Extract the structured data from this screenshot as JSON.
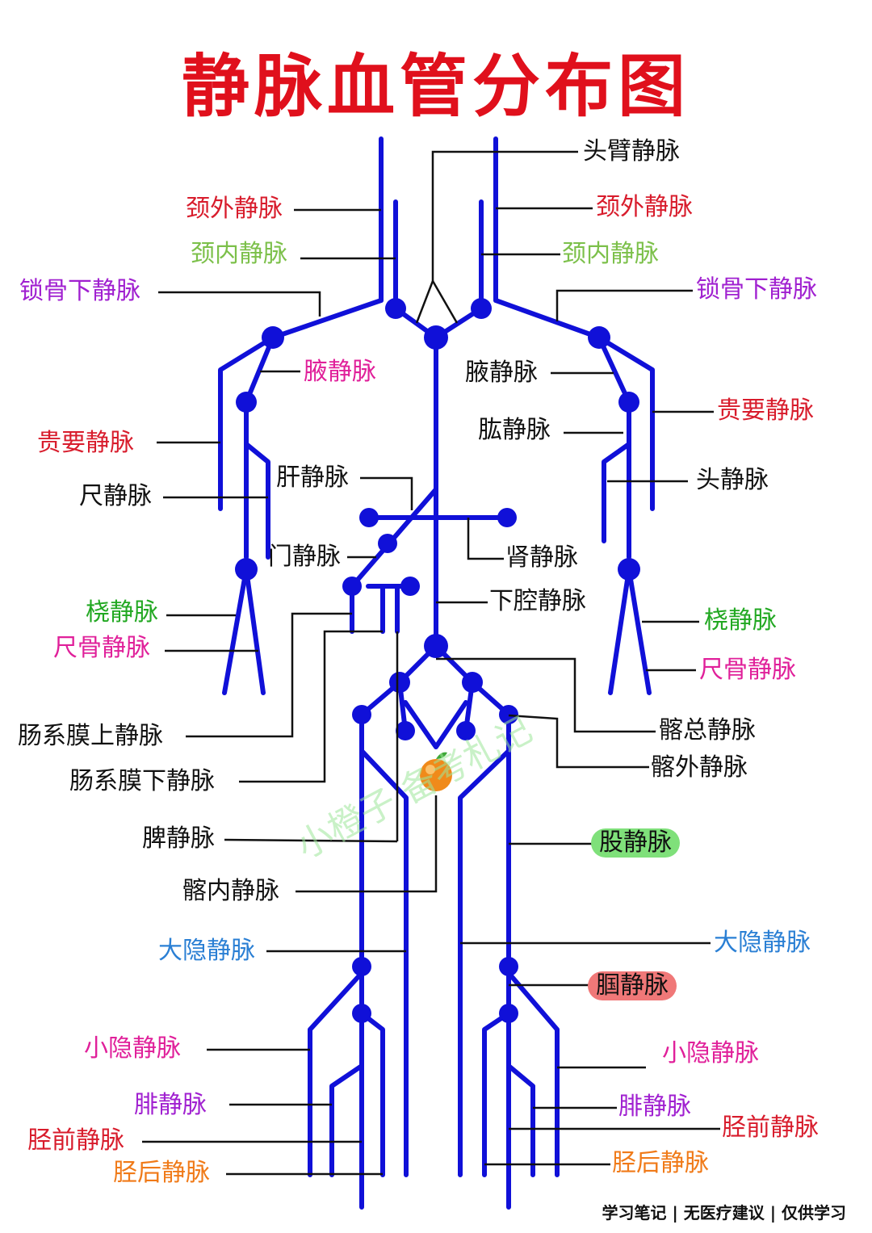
{
  "title": "静脉血管分布图",
  "watermark": "小橙子 备考札记",
  "footer": "学习笔记 | 无医疗建议 | 仅供学习",
  "colors": {
    "vessel": "#1010d8",
    "title": "#e0101c",
    "red": "#d81c2c",
    "green": "#7cc04a",
    "purple": "#a020d0",
    "magenta": "#e0209a",
    "black": "#111111",
    "blue": "#2a7fd4",
    "orange": "#f07a18",
    "highlight_green": "#7fe07a",
    "highlight_red": "#f07878"
  },
  "labels": {
    "left": {
      "jingwai": "颈外静脉",
      "jingnei": "颈内静脉",
      "suogu": "锁骨下静脉",
      "ye": "腋静脉",
      "guiyao": "贵要静脉",
      "chi": "尺静脉",
      "gan": "肝静脉",
      "men": "门静脉",
      "rao": "桡静脉",
      "chigu": "尺骨静脉",
      "changxi_shang": "肠系膜上静脉",
      "changxi_xia": "肠系膜下静脉",
      "pi": "脾静脉",
      "qianei": "髂内静脉",
      "dayin": "大隐静脉",
      "xiaoyin": "小隐静脉",
      "fei": "腓静脉",
      "jingqian": "胫前静脉",
      "jinghou": "胫后静脉"
    },
    "right": {
      "toubi": "头臂静脉",
      "jingwai": "颈外静脉",
      "jingnei": "颈内静脉",
      "suogu": "锁骨下静脉",
      "ye": "腋静脉",
      "guiyao": "贵要静脉",
      "gong": "肱静脉",
      "tou": "头静脉",
      "shen": "肾静脉",
      "xiaqiang": "下腔静脉",
      "rao": "桡静脉",
      "chigu": "尺骨静脉",
      "qiazong": "髂总静脉",
      "qiawai": "髂外静脉",
      "gu": "股静脉",
      "dayin": "大隐静脉",
      "guo": "腘静脉",
      "xiaoyin": "小隐静脉",
      "fei": "腓静脉",
      "jingqian": "胫前静脉",
      "jinghou": "胫后静脉"
    }
  }
}
